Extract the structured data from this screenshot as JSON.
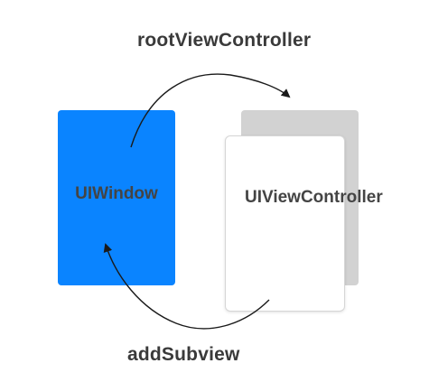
{
  "diagram": {
    "top_arrow_label": "rootViewController",
    "bottom_arrow_label": "addSubview",
    "window_box": {
      "label": "UIWindow",
      "color": "#0a84ff"
    },
    "view_controller_box": {
      "label": "UIViewController",
      "back_card_color": "#d2d2d2",
      "front_card_color": "#ffffff"
    },
    "arrow_color": "#1a1a1a"
  }
}
